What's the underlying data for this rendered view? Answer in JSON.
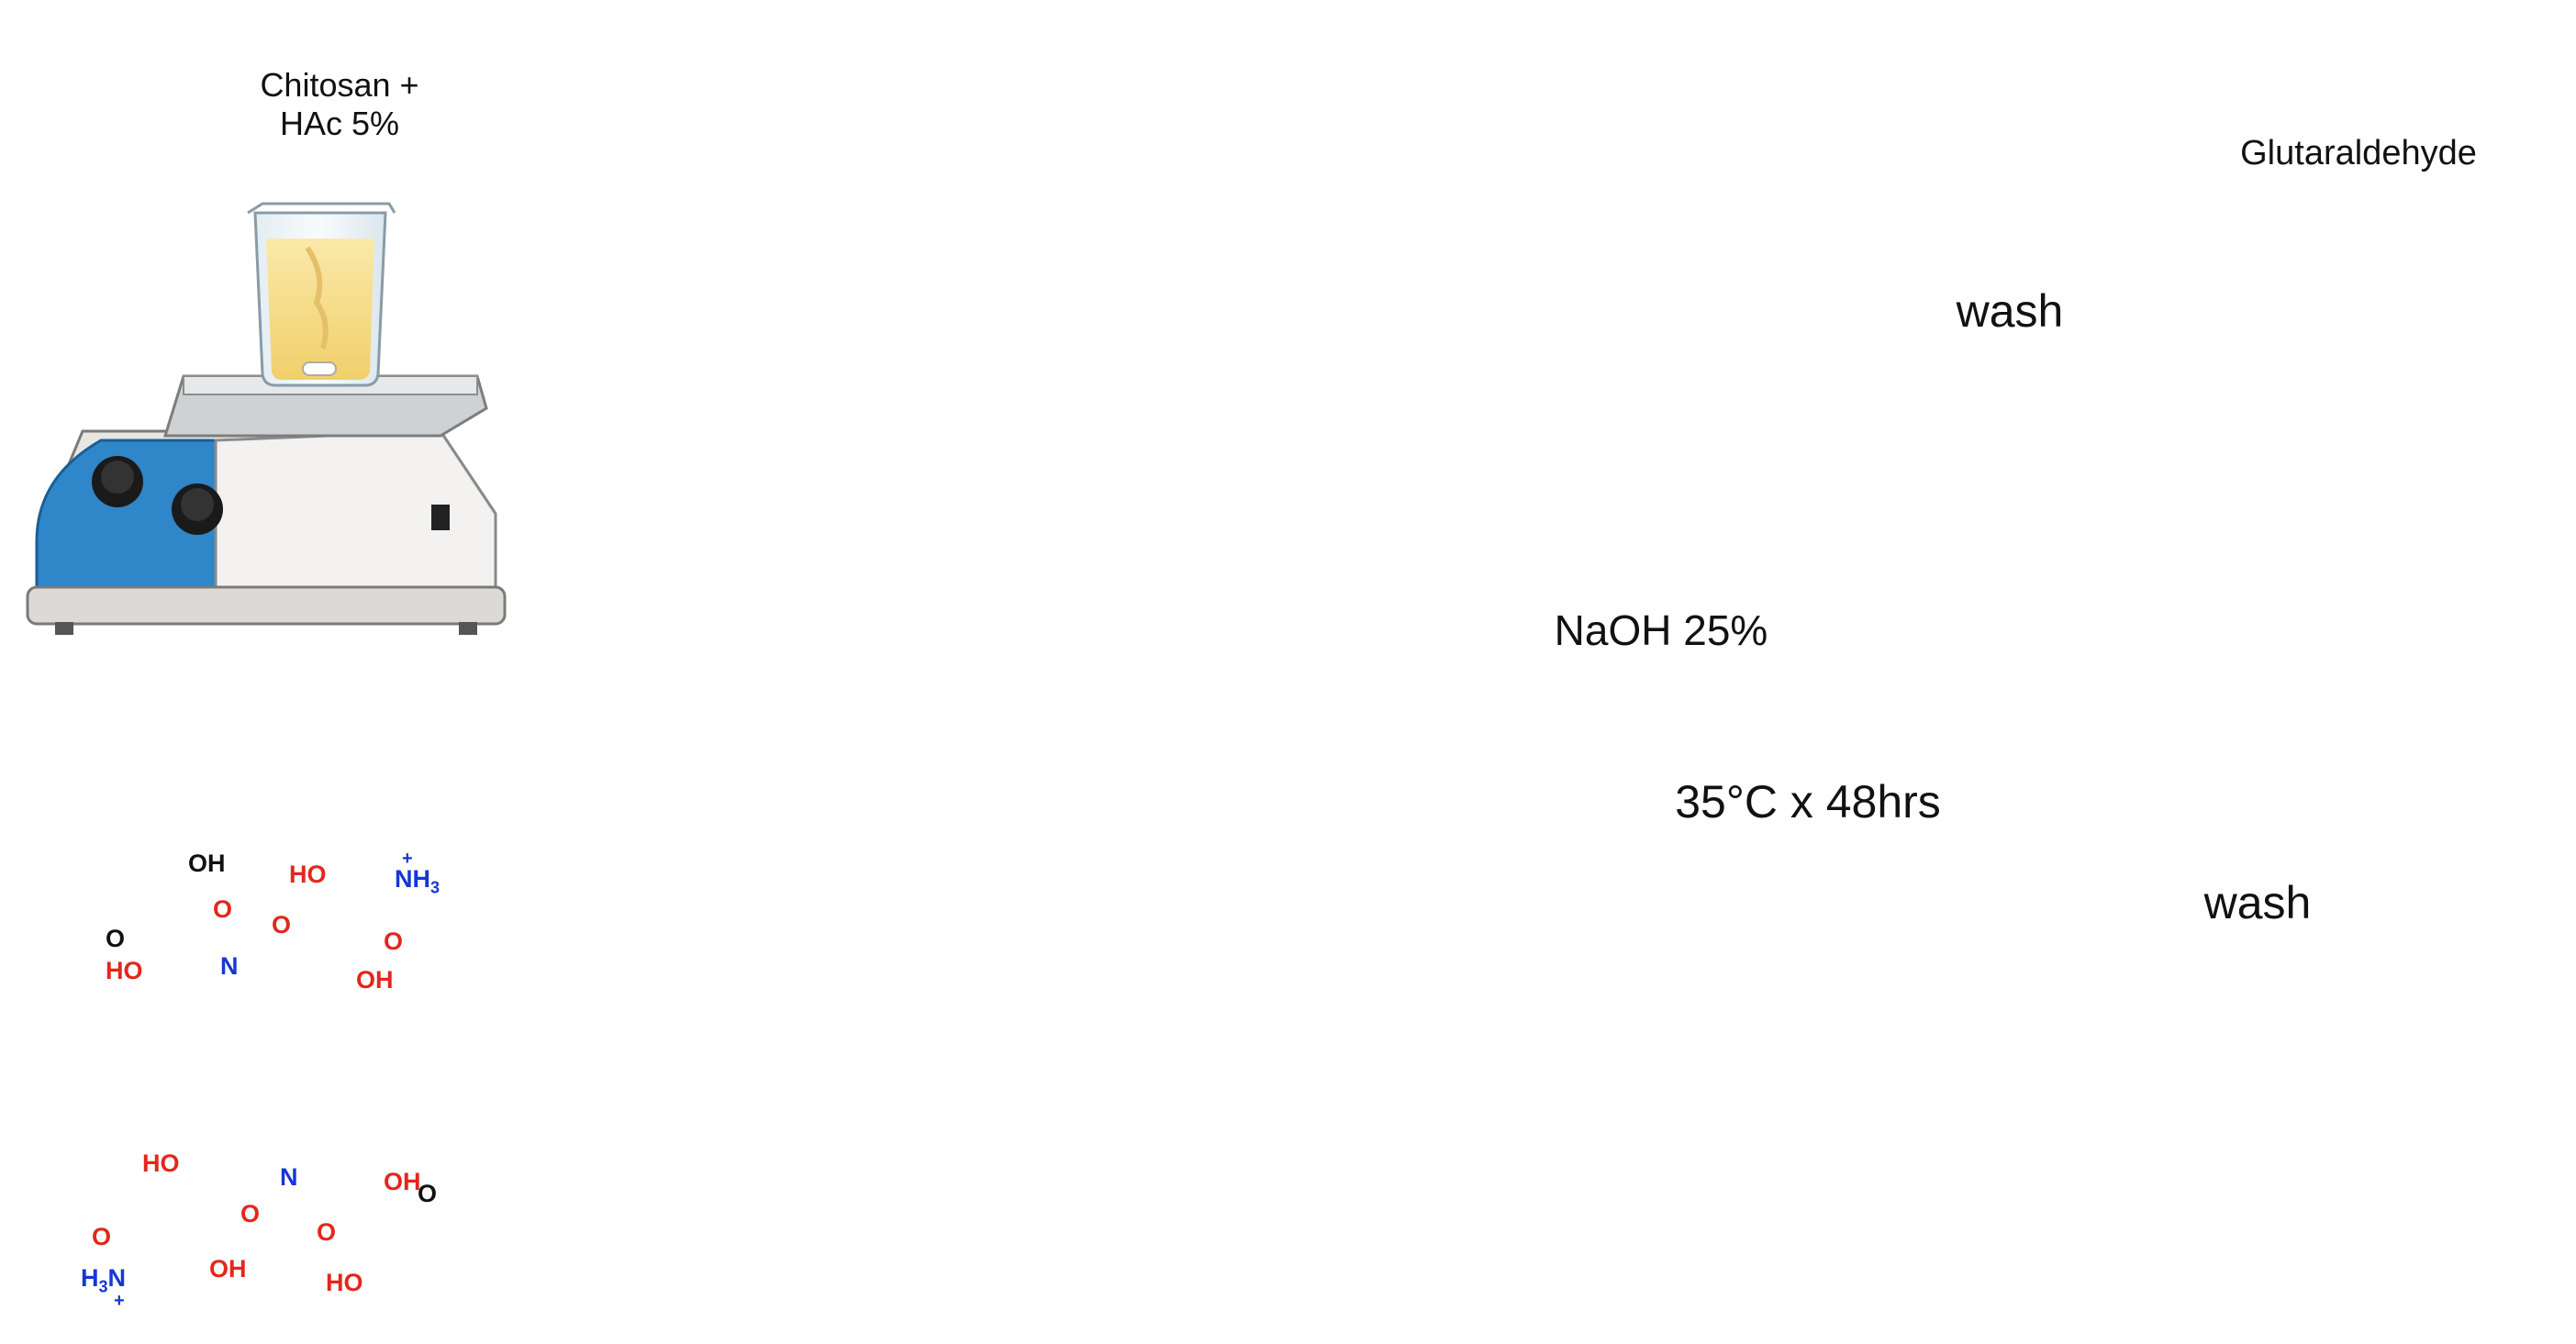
{
  "labels": {
    "chitosan_line1": "Chitosan +",
    "chitosan_line2": "HAc 5%",
    "naoh": "NaOH 25%",
    "glutaraldehyde": "Glutaraldehyde",
    "wash_1": "wash",
    "wash_2": "wash",
    "oven_condition": "35°C x 48hrs"
  },
  "structure_atoms": {
    "oh": "OH",
    "ho": "HO",
    "o": "O",
    "n": "N",
    "nh3": "NH",
    "h3n": "H",
    "sub3": "3",
    "plus": "+"
  },
  "colors": {
    "liquid_yellow": "#f7df8e",
    "bead_yellow": "#f3c64c",
    "hotplate_blue": "#2f86c9",
    "oven_blue": "#2f6fa8",
    "water_drop": "#8fd0f0",
    "bead_orange": "#f2a43a",
    "bead_brown": "#b7866a",
    "heteroatom_red": "#e4261c",
    "nitrogen_blue": "#1537d6"
  }
}
